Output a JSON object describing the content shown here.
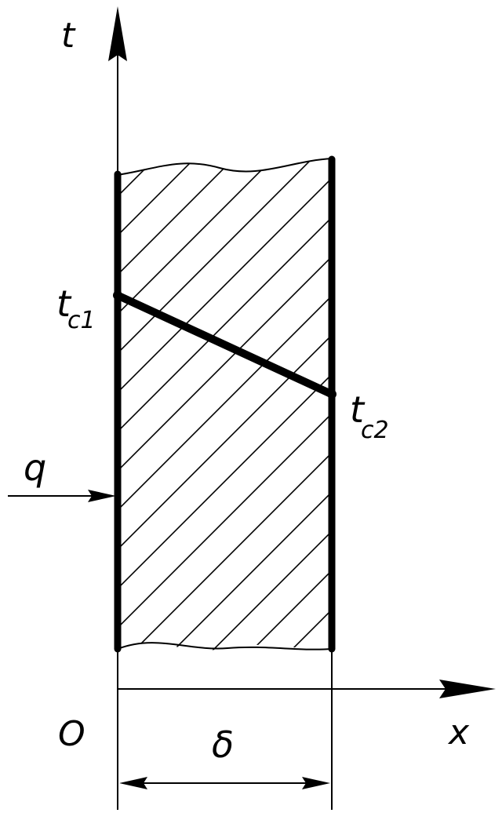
{
  "labels": {
    "t_axis": "t",
    "x_axis": "x",
    "origin": "O",
    "t1_main": "t",
    "t1_sub": "c1",
    "t2_main": "t",
    "t2_sub": "c2",
    "heat_flux": "q",
    "thickness": "δ"
  },
  "colors": {
    "ink": "#000000",
    "background": "#ffffff"
  },
  "temperature_profile": {
    "t_c1_fraction_of_height": 0.28,
    "t_c2_fraction_of_height": 0.48
  }
}
